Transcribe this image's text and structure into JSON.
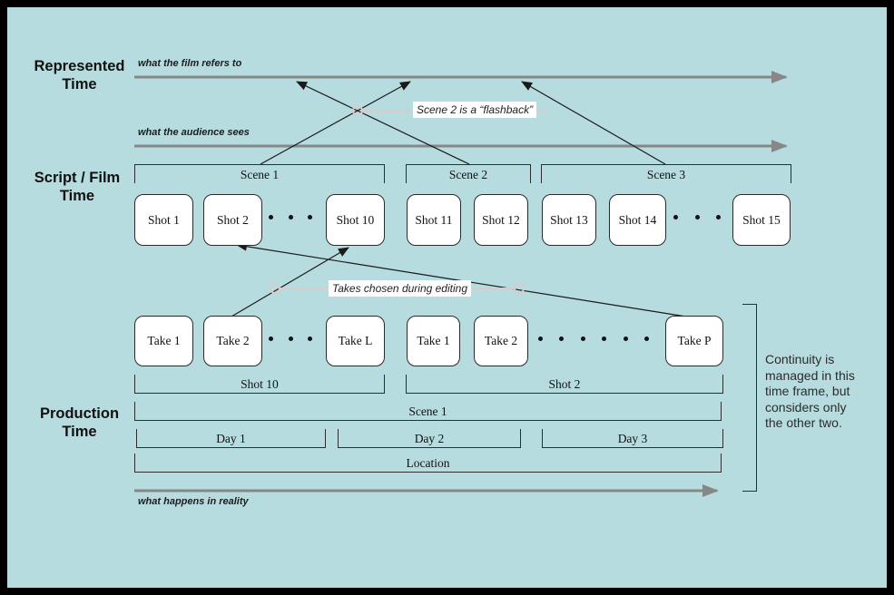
{
  "colors": {
    "background": "#b7dcdf",
    "timeline": "#878787",
    "callout": "#d9cbcb",
    "boxfill": "#ffffff"
  },
  "rows": {
    "represented": {
      "label": "Represented Time"
    },
    "script": {
      "label": "Script / Film Time"
    },
    "production": {
      "label": "Production Time"
    }
  },
  "timelines": {
    "film_refers_label": "what the film refers to",
    "audience_sees_label": "what the audience sees",
    "reality_label": "what happens in reality"
  },
  "annotations": {
    "flashback_label": "Scene 2 is a “flashback”",
    "takes_editing_label": "Takes chosen during editing",
    "continuity_note": "Continuity is managed in this time frame, but considers only the other two."
  },
  "script_row": {
    "scenes": [
      {
        "label": "Scene 1"
      },
      {
        "label": "Scene 2"
      },
      {
        "label": "Scene 3"
      }
    ],
    "shots": [
      {
        "label": "Shot 1"
      },
      {
        "label": "Shot 2"
      },
      {
        "label": "Shot 10"
      },
      {
        "label": "Shot 11"
      },
      {
        "label": "Shot 12"
      },
      {
        "label": "Shot 13"
      },
      {
        "label": "Shot 14"
      },
      {
        "label": "Shot 15"
      }
    ]
  },
  "production_row": {
    "takes": [
      {
        "label": "Take 1"
      },
      {
        "label": "Take 2"
      },
      {
        "label": "Take L"
      },
      {
        "label": "Take 1"
      },
      {
        "label": "Take 2"
      },
      {
        "label": "Take P"
      }
    ],
    "shot_brackets": [
      {
        "label": "Shot 10"
      },
      {
        "label": "Shot 2"
      }
    ],
    "scene_bracket": {
      "label": "Scene 1"
    },
    "day_brackets": [
      {
        "label": "Day 1"
      },
      {
        "label": "Day 2"
      },
      {
        "label": "Day 3"
      }
    ],
    "location_bracket": {
      "label": "Location"
    }
  }
}
